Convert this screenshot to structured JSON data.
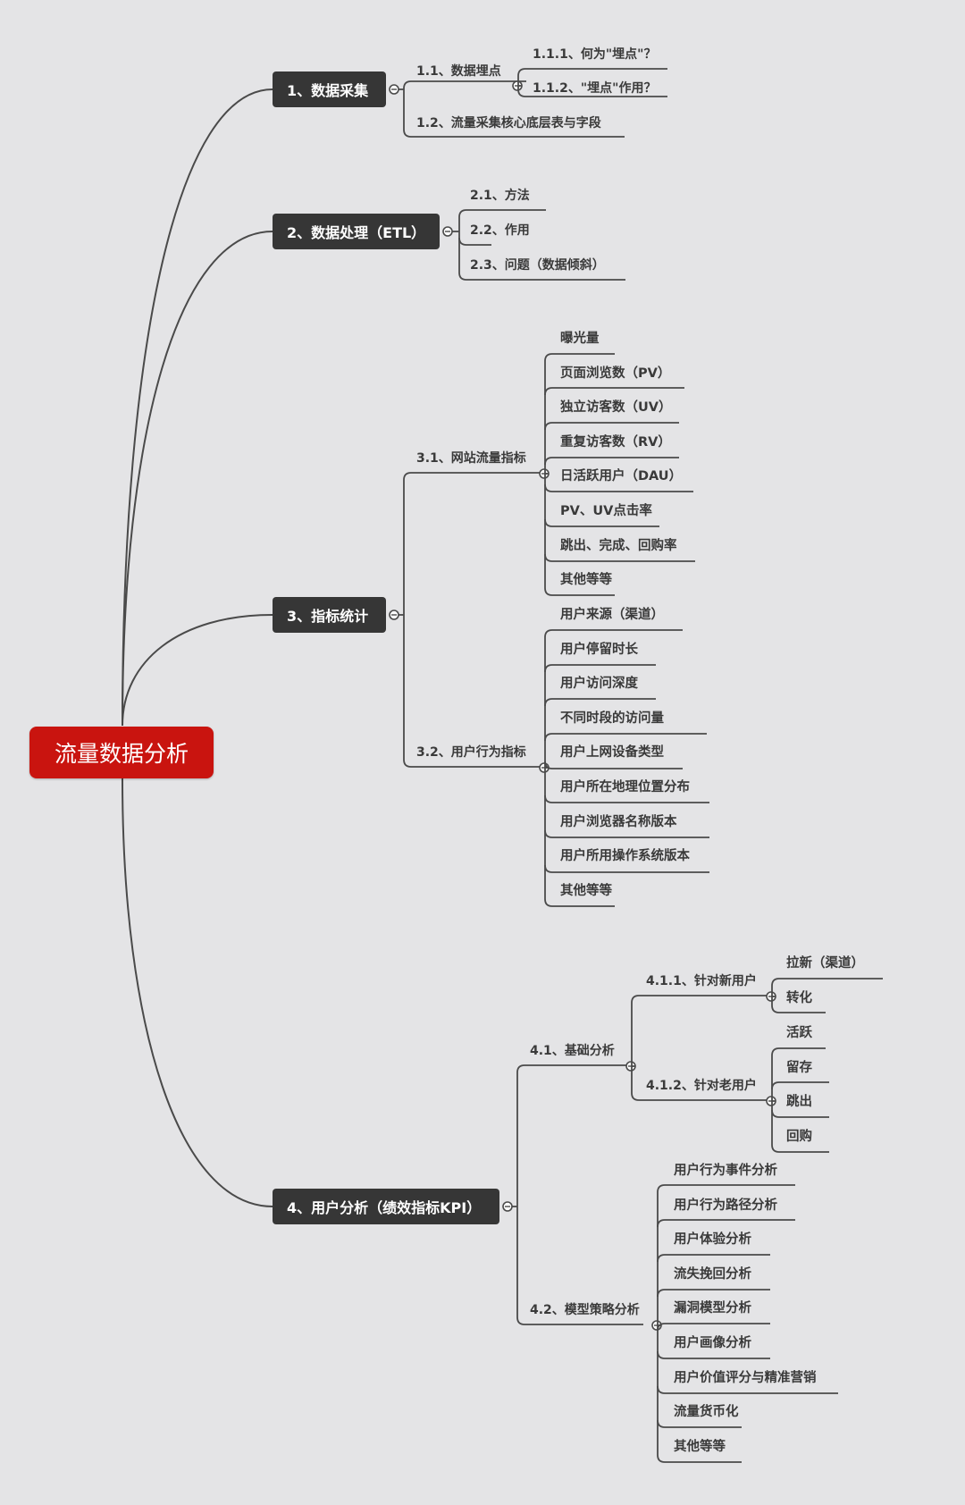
{
  "root": "流量数据分析",
  "branches": {
    "b1": "1、数据采集",
    "b1_1": "1.1、数据埋点",
    "b1_1_1": "1.1.1、何为\"埋点\"？",
    "b1_1_2": "1.1.2、\"埋点\"作用？",
    "b1_2": "1.2、流量采集核心底层表与字段",
    "b2": "2、数据处理（ETL）",
    "b2_1": "2.1、方法",
    "b2_2": "2.2、作用",
    "b2_3": "2.3、问题（数据倾斜）",
    "b3": "3、指标统计",
    "b3_1": "3.1、网站流量指标",
    "b3_1_items": [
      "曝光量",
      "页面浏览数（PV）",
      "独立访客数（UV）",
      "重复访客数（RV）",
      "日活跃用户（DAU）",
      "PV、UV点击率",
      "跳出、完成、回购率",
      "其他等等"
    ],
    "b3_2": "3.2、用户行为指标",
    "b3_2_items": [
      "用户来源（渠道）",
      "用户停留时长",
      "用户访问深度",
      "不同时段的访问量",
      "用户上网设备类型",
      "用户所在地理位置分布",
      "用户浏览器名称版本",
      "用户所用操作系统版本",
      "其他等等"
    ],
    "b4": "4、用户分析（绩效指标KPI）",
    "b4_1": "4.1、基础分析",
    "b4_1_1": "4.1.1、针对新用户",
    "b4_1_1_items": [
      "拉新（渠道）",
      "转化"
    ],
    "b4_1_2": "4.1.2、针对老用户",
    "b4_1_2_items": [
      "活跃",
      "留存",
      "跳出",
      "回购"
    ],
    "b4_2": "4.2、模型策略分析",
    "b4_2_items": [
      "用户行为事件分析",
      "用户行为路径分析",
      "用户体验分析",
      "流失挽回分析",
      "漏洞模型分析",
      "用户画像分析",
      "用户价值评分与精准营销",
      "流量货币化",
      "其他等等"
    ]
  },
  "colors": {
    "background": "#e4e4e6",
    "root": "#c9140f",
    "main_node": "#363636",
    "line": "#4a4a4a"
  }
}
